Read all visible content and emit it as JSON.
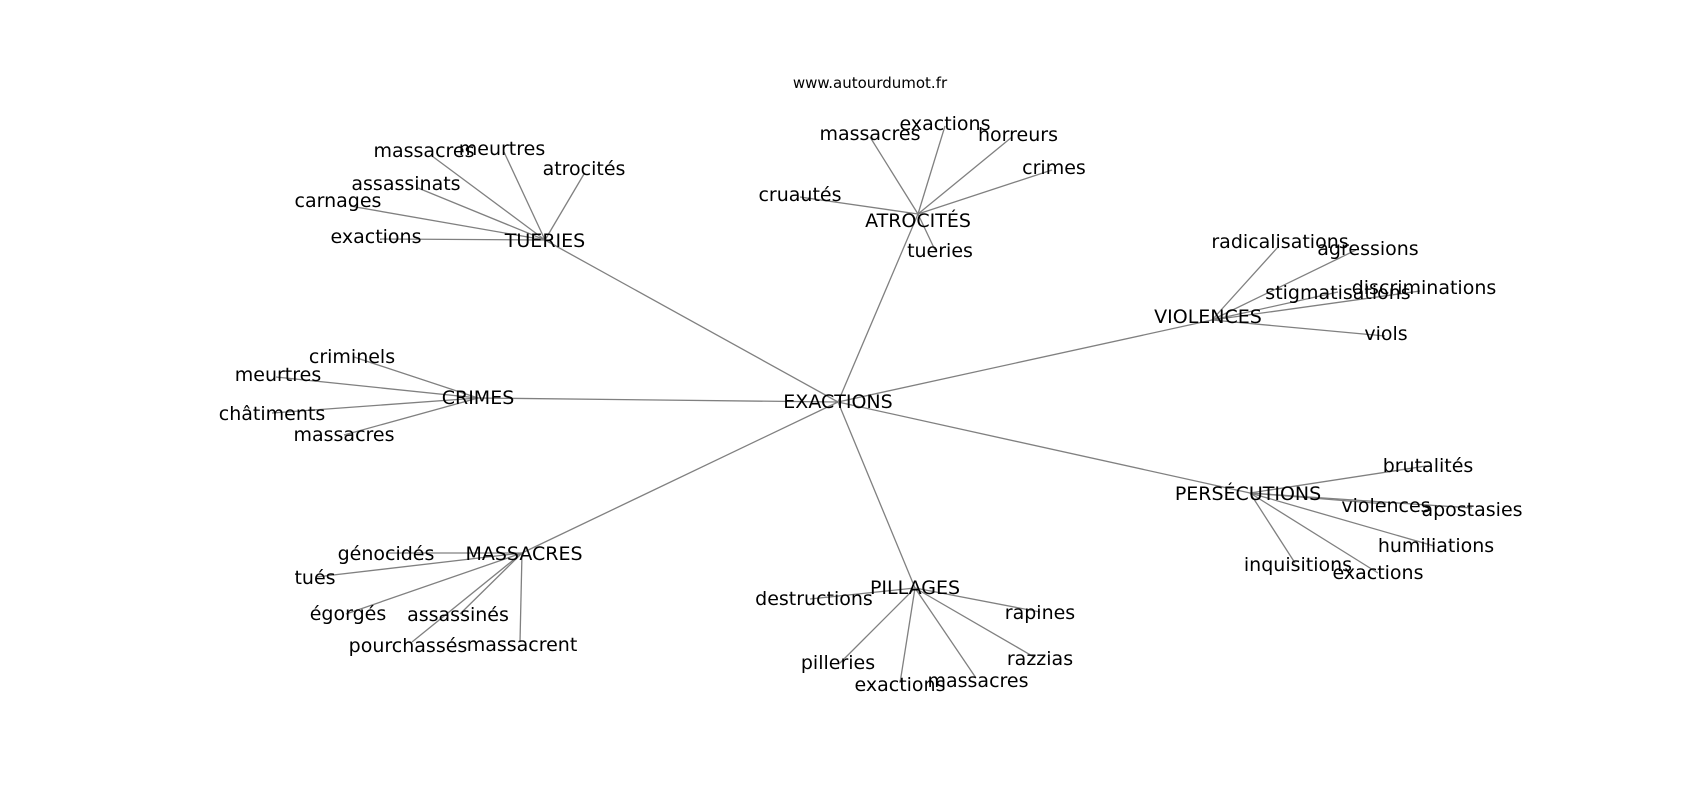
{
  "source": "www.autourdumot.fr",
  "colors": {
    "edge": "#808080",
    "text": "#000000",
    "background": "#ffffff"
  },
  "center": "EXACTIONS",
  "groups": [
    {
      "hub": "TUERIES",
      "leaves": [
        "massacres",
        "meurtres",
        "atrocités",
        "assassinats",
        "carnages",
        "exactions"
      ]
    },
    {
      "hub": "ATROCITÉS",
      "leaves": [
        "massacres",
        "exactions",
        "horreurs",
        "crimes",
        "cruautés",
        "tueries"
      ]
    },
    {
      "hub": "VIOLENCES",
      "leaves": [
        "radicalisations",
        "agressions",
        "stigmatisations",
        "discriminations",
        "viols"
      ]
    },
    {
      "hub": "CRIMES",
      "leaves": [
        "criminels",
        "meurtres",
        "châtiments",
        "massacres"
      ]
    },
    {
      "hub": "PERSÉCUTIONS",
      "leaves": [
        "brutalités",
        "violences",
        "apostasies",
        "humiliations",
        "inquisitions",
        "exactions"
      ]
    },
    {
      "hub": "MASSACRES",
      "leaves": [
        "génocidés",
        "tués",
        "égorgés",
        "assassinés",
        "pourchassés",
        "massacrent"
      ]
    },
    {
      "hub": "PILLAGES",
      "leaves": [
        "destructions",
        "rapines",
        "razzias",
        "pilleries",
        "exactions",
        "massacres"
      ]
    }
  ]
}
